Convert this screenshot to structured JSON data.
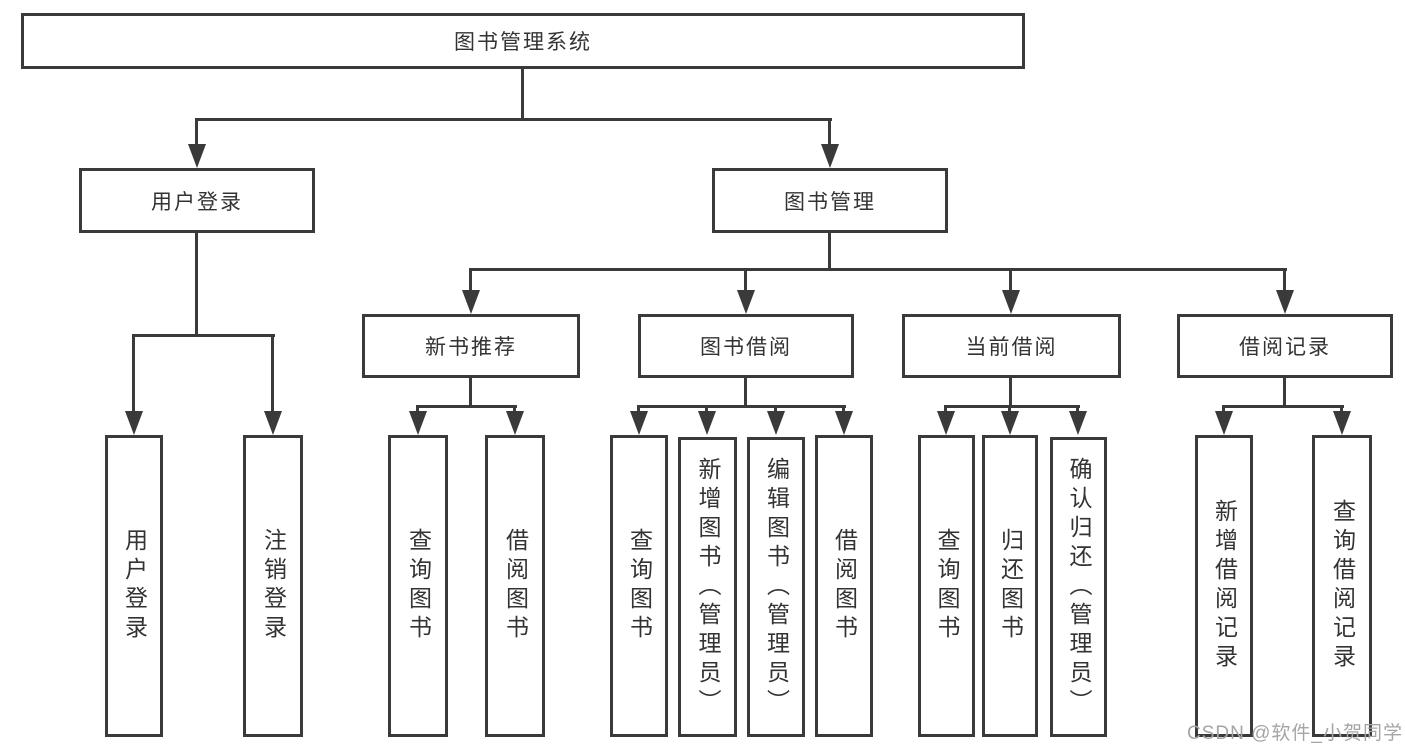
{
  "diagram": {
    "title": "图书管理系统",
    "root": {
      "label": "图书管理系统"
    },
    "level2": [
      {
        "label": "用户登录"
      },
      {
        "label": "图书管理"
      }
    ],
    "level3": [
      {
        "label": "新书推荐"
      },
      {
        "label": "图书借阅"
      },
      {
        "label": "当前借阅"
      },
      {
        "label": "借阅记录"
      }
    ],
    "leaves": {
      "user_login": [
        {
          "label": "用户登录"
        },
        {
          "label": "注销登录"
        }
      ],
      "new_book": [
        {
          "label": "查询图书"
        },
        {
          "label": "借阅图书"
        }
      ],
      "book_borrow": [
        {
          "label": "查询图书"
        },
        {
          "label": "新增图书（管理员）"
        },
        {
          "label": "编辑图书（管理员）"
        },
        {
          "label": "借阅图书"
        }
      ],
      "current_borrow": [
        {
          "label": "查询图书"
        },
        {
          "label": "归还图书"
        },
        {
          "label": "确认归还（管理员）"
        }
      ],
      "borrow_record": [
        {
          "label": "新增借阅记录"
        },
        {
          "label": "查询借阅记录"
        }
      ]
    },
    "colors": {
      "line": "#3a3a3a",
      "text": "#333333",
      "background": "#ffffff",
      "watermark": "#a5a5a5"
    }
  },
  "watermark": {
    "text": "CSDN @软件_小贺同学"
  }
}
